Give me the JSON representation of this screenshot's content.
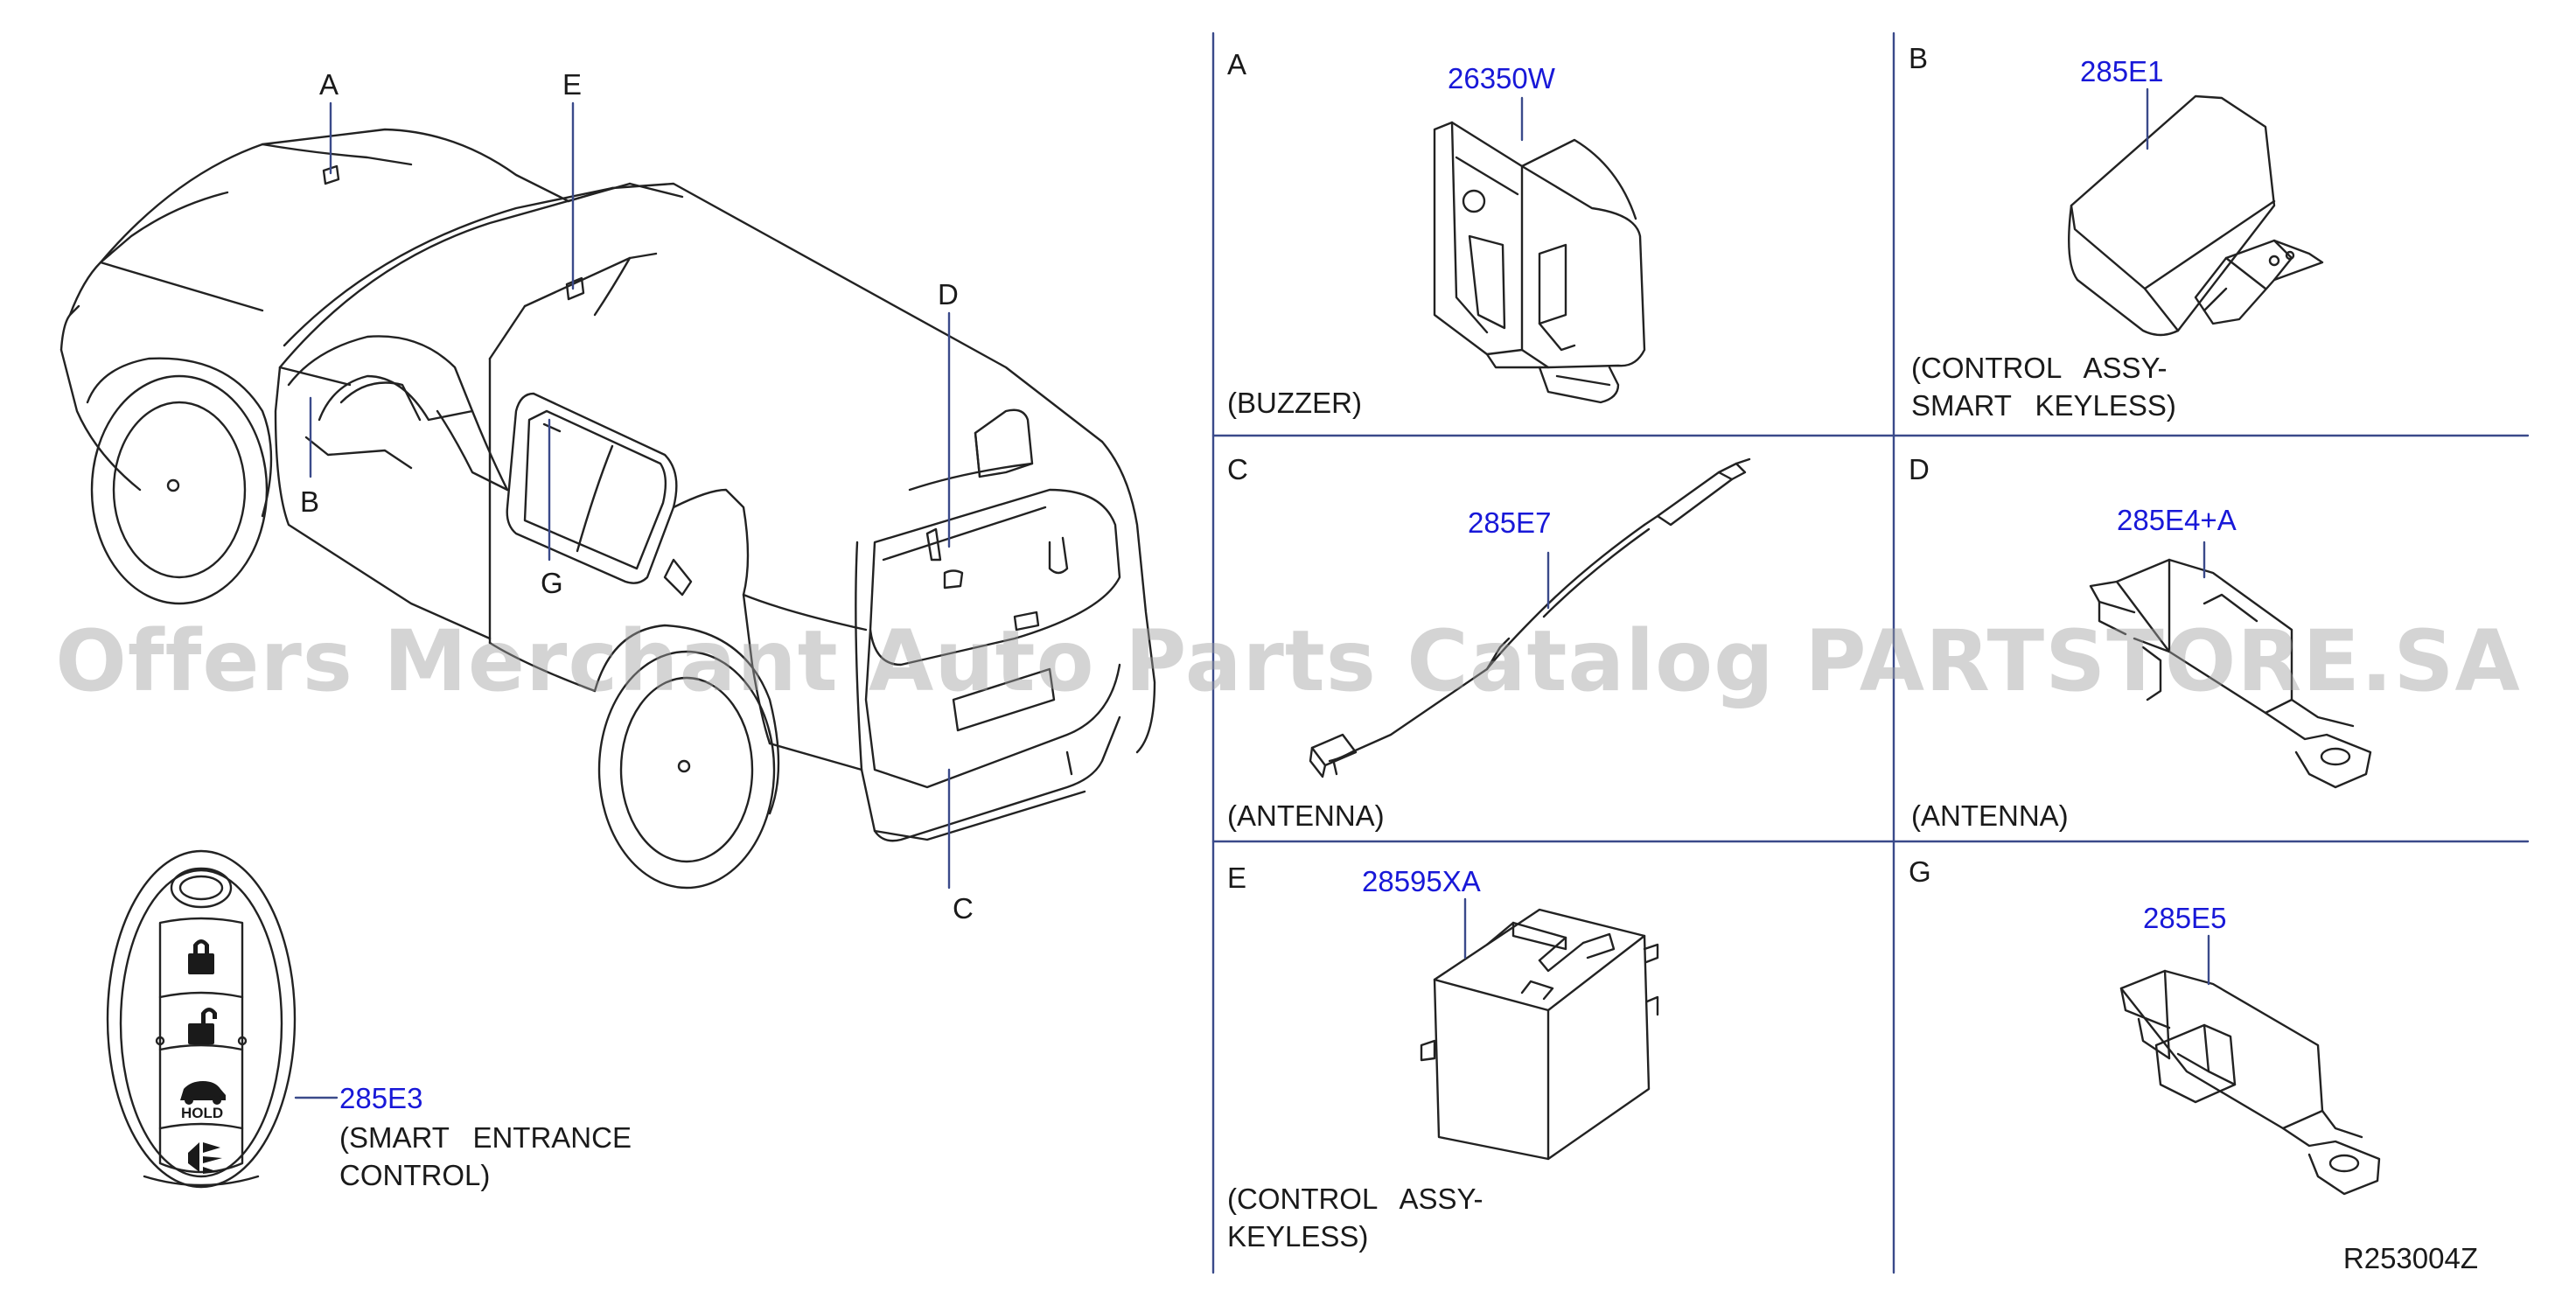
{
  "panels": {
    "A": {
      "letter": "A",
      "part": "26350W",
      "desc": "(BUZZER)"
    },
    "B": {
      "letter": "B",
      "part": "285E1",
      "desc": "(CONTROL ASSY-\nSMART KEYLESS)"
    },
    "C": {
      "letter": "C",
      "part": "285E7",
      "desc": "(ANTENNA)"
    },
    "D": {
      "letter": "D",
      "part": "285E4+A",
      "desc": "(ANTENNA)"
    },
    "E": {
      "letter": "E",
      "part": "28595XA",
      "desc": "(CONTROL ASSY-\nKEYLESS)"
    },
    "G": {
      "letter": "G",
      "part": "285E5",
      "desc": ""
    }
  },
  "vehicle_callouts": {
    "A": "A",
    "E": "E",
    "D": "D",
    "B": "B",
    "G": "G",
    "C": "C"
  },
  "keyfob": {
    "part": "285E3",
    "desc": "(SMART ENTRANCE\nCONTROL)",
    "hold_label": "HOLD"
  },
  "reference_code": "R253004Z",
  "watermark": "Offers Merchant Auto Parts Catalog PARTSTORE.SA"
}
